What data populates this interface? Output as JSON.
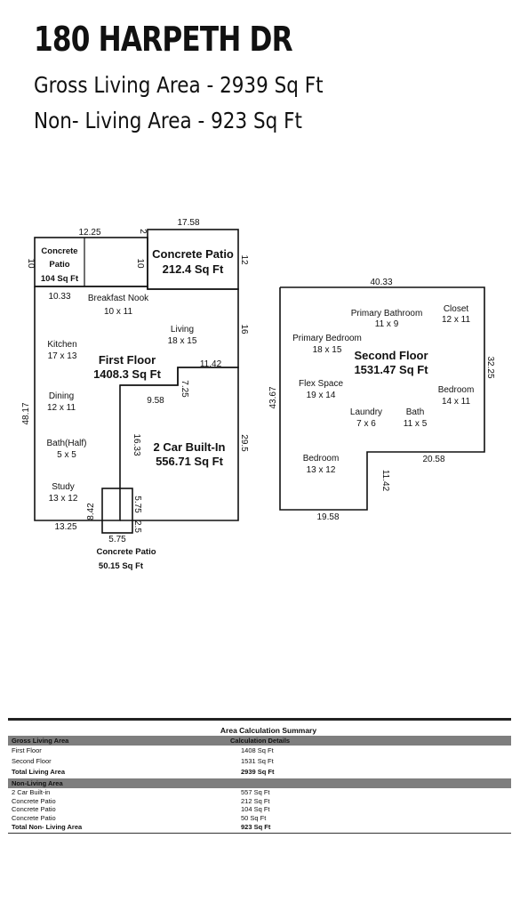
{
  "header": {
    "address": "180 HARPETH DR",
    "gross_living": "Gross Living Area - 2939  Sq Ft",
    "non_living": "Non- Living Area - 923 Sq Ft"
  },
  "plan": {
    "first_floor": {
      "name": "First Floor",
      "area": "1408.3 Sq Ft",
      "rooms": {
        "breakfast": {
          "name": "Breakfast Nook",
          "size": "10 x 11"
        },
        "living": {
          "name": "Living",
          "size": "18 x 15"
        },
        "kitchen": {
          "name": "Kitchen",
          "size": "17 x 13"
        },
        "dining": {
          "name": "Dining",
          "size": "12 x 11"
        },
        "bath_half": {
          "name": "Bath(Half)",
          "size": "5 x 5"
        },
        "study": {
          "name": "Study",
          "size": "13 x 12"
        }
      },
      "dims": {
        "top_left": "12.25",
        "top_right": "17.58",
        "left_patio": "10",
        "inner_patio": "10",
        "notch": "2",
        "right_patio": "12",
        "nook_width": "10.33",
        "living_side": "16",
        "garage_top": "11.42",
        "garage_step": "7.25",
        "stair_width": "9.58",
        "left_total": "48.17",
        "garage_left": "16.33",
        "garage_right": "29.5",
        "bottom_left": "13.25",
        "patio_height": "8.42",
        "patio_side_a": "5.75",
        "patio_side_b": "2.5",
        "patio_width": "5.75"
      }
    },
    "concrete_patio_small": {
      "name": "Concrete\nPatio",
      "name_line1": "Concrete",
      "name_line2": "Patio",
      "area": "104 Sq Ft"
    },
    "concrete_patio_large": {
      "name": "Concrete Patio",
      "area": "212.4 Sq Ft"
    },
    "garage": {
      "name": "2 Car Built-In",
      "area": "556.71 Sq Ft"
    },
    "concrete_patio_bottom": {
      "name": "Concrete Patio",
      "area": "50.15 Sq Ft"
    },
    "second_floor": {
      "name": "Second Floor",
      "area": "1531.47 Sq Ft",
      "rooms": {
        "primary_bath": {
          "name": "Primary Bathroom",
          "size": "11 x 9"
        },
        "closet": {
          "name": "Closet",
          "size": "12 x 11"
        },
        "primary_bed": {
          "name": "Primary Bedroom",
          "size": "18 x 15"
        },
        "flex": {
          "name": "Flex Space",
          "size": "19 x 14"
        },
        "bedroom_right": {
          "name": "Bedroom",
          "size": "14 x 11"
        },
        "laundry": {
          "name": "Laundry",
          "size": "7 x 6"
        },
        "bath": {
          "name": "Bath",
          "size": "11 x 5"
        },
        "bedroom_bottom": {
          "name": "Bedroom",
          "size": "13 x 12"
        }
      },
      "dims": {
        "top": "40.33",
        "left": "43.67",
        "right": "32.25",
        "step_width": "20.58",
        "step_height": "11.42",
        "bottom": "19.58"
      }
    }
  },
  "summary": {
    "title": "Area Calculation Summary",
    "gla_header": "Gross Living Area",
    "calc_header": "Calculation Details",
    "rows_living": [
      {
        "label": "First Floor",
        "value": "1408 Sq Ft"
      },
      {
        "label": "Second Floor",
        "value": "1531 Sq Ft"
      }
    ],
    "total_living": {
      "label": "Total Living Area",
      "value": "2939 Sq Ft"
    },
    "nla_header": "Non-Living Area",
    "rows_non_living": [
      {
        "label": "2 Car Built-in",
        "value": "557 Sq Ft"
      },
      {
        "label": "Concrete Patio",
        "value": "212 Sq Ft"
      },
      {
        "label": "Concrete Patio",
        "value": "104 Sq Ft"
      },
      {
        "label": "Concrete Patio",
        "value": "50 Sq Ft"
      }
    ],
    "total_non_living": {
      "label": "Total Non- Living Area",
      "value": "923 Sq Ft"
    }
  }
}
